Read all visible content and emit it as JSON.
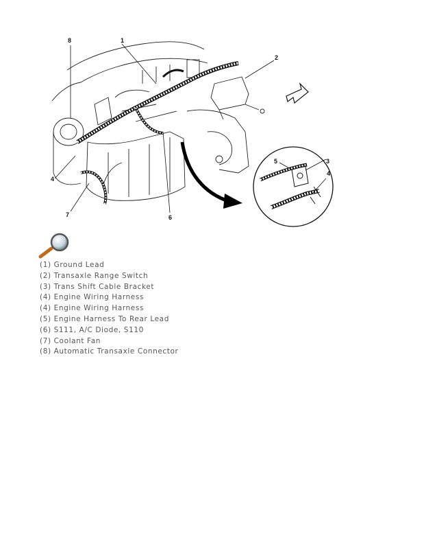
{
  "diagram": {
    "callouts": {
      "c1": "1",
      "c2": "2",
      "c3": "3",
      "c4_main": "4",
      "c4_inset": "4",
      "c5": "5",
      "c6": "6",
      "c7": "7",
      "c8": "8"
    }
  },
  "zoom_icon": "magnifier-icon",
  "legend": [
    "(1) Ground Lead",
    "(2) Transaxle Range Switch",
    "(3) Trans Shift Cable Bracket",
    "(4) Engine Wiring Harness",
    "(4) Engine Wiring Harness",
    "(5) Engine Harness To Rear Lead",
    "(6) S111, A/C Diode, S110",
    "(7) Coolant Fan",
    "(8) Automatic Transaxle Connector"
  ]
}
